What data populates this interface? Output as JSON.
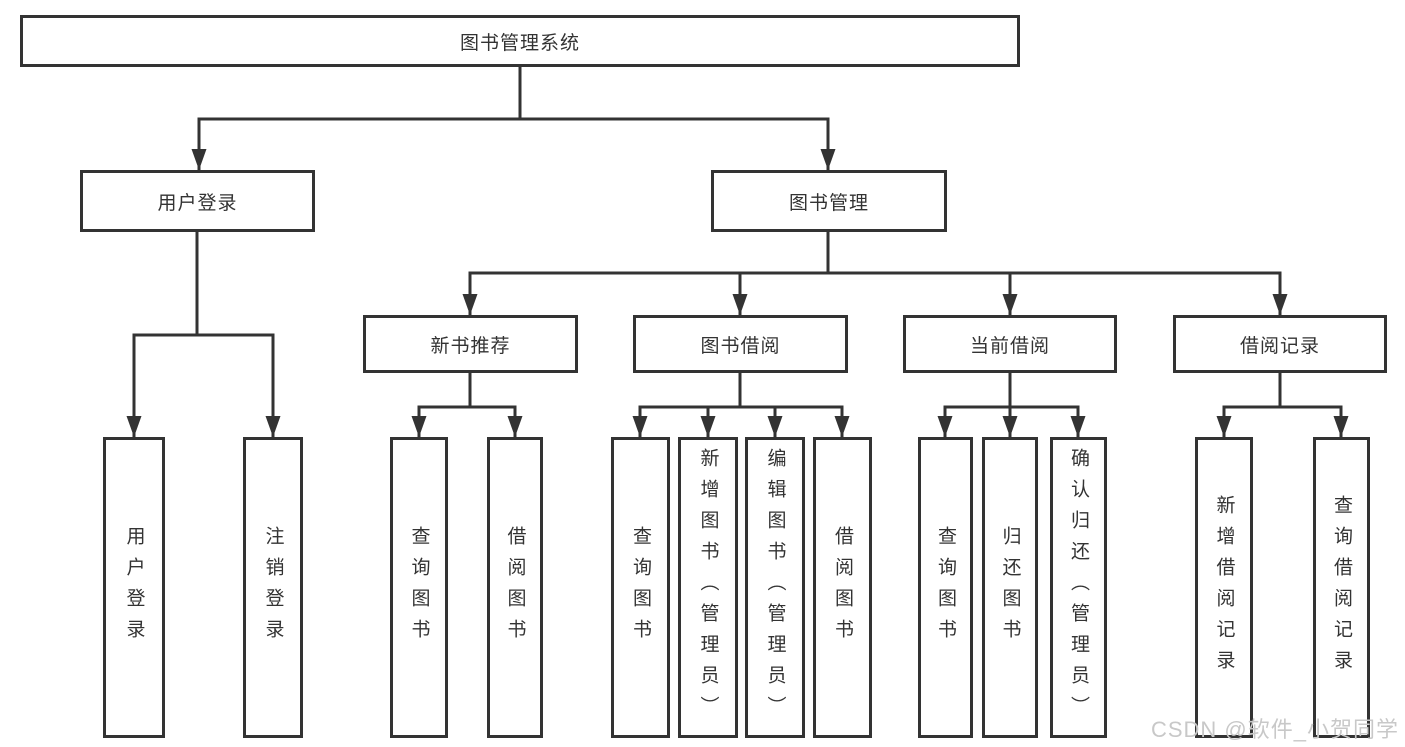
{
  "tree": {
    "root": "图书管理系统",
    "level2": [
      "用户登录",
      "图书管理"
    ],
    "level3": [
      "新书推荐",
      "图书借阅",
      "当前借阅",
      "借阅记录"
    ],
    "leaves_user_login": [
      "用户登录",
      "注销登录"
    ],
    "leaves_new_book": [
      "查询图书",
      "借阅图书"
    ],
    "leaves_book_borrow": [
      "查询图书",
      "新增图书（管理员）",
      "编辑图书（管理员）",
      "借阅图书"
    ],
    "leaves_current_borrow": [
      "查询图书",
      "归还图书",
      "确认归还（管理员）"
    ],
    "leaves_borrow_record": [
      "新增借阅记录",
      "查询借阅记录"
    ]
  },
  "watermark": "CSDN @软件_小贺同学",
  "colors": {
    "line": "#333333",
    "box_background": "#ffffff",
    "text": "#333333",
    "watermark": "#c8c8c8"
  }
}
